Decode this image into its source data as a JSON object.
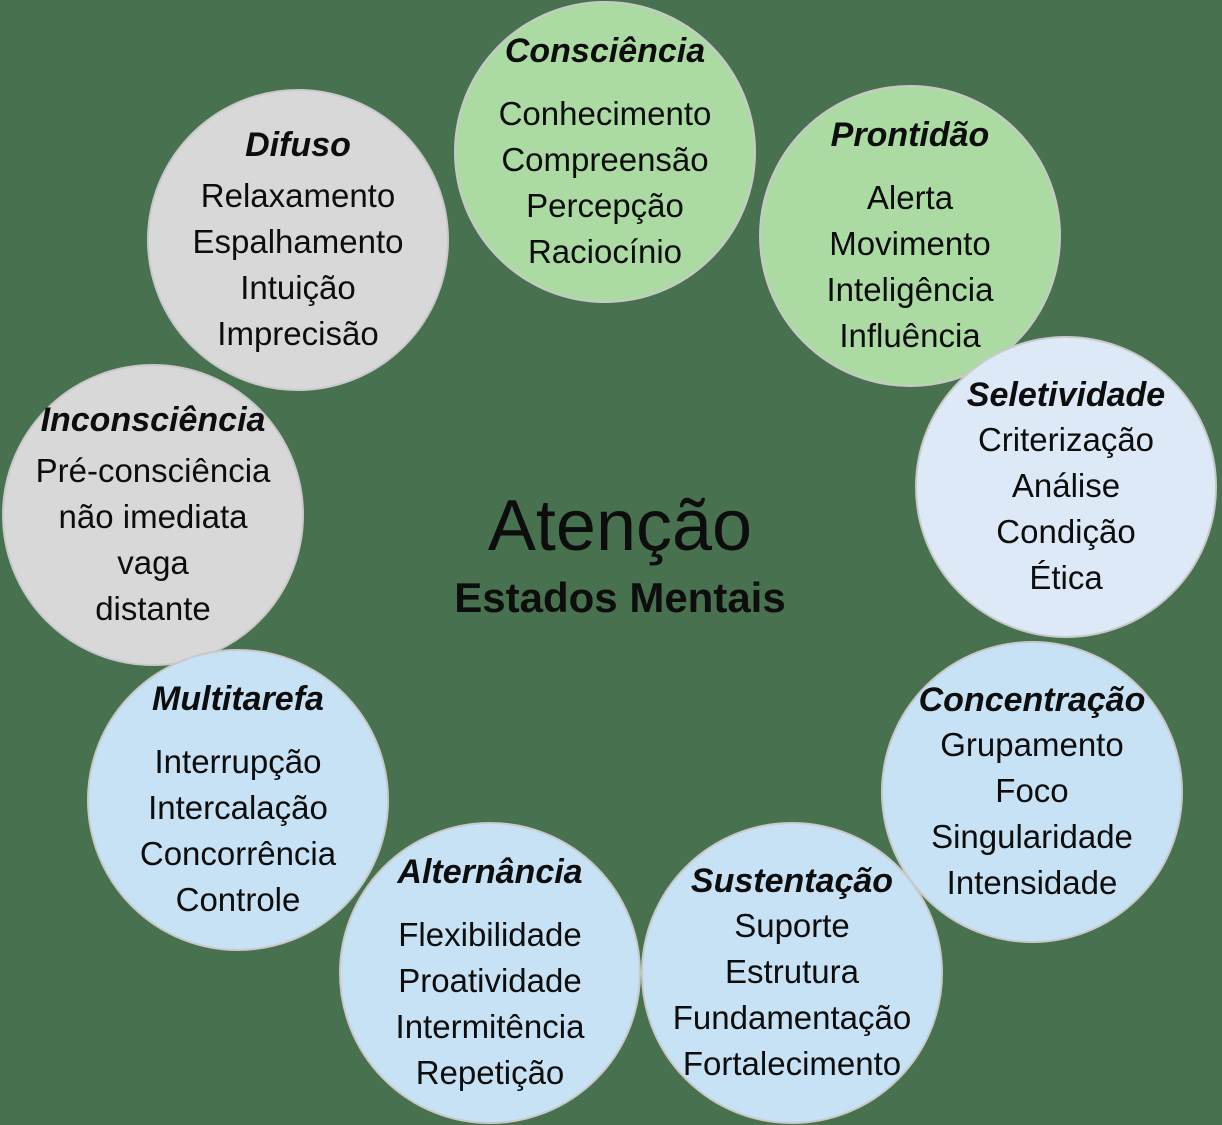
{
  "background_color": "#48714f",
  "colors": {
    "green": "#abdba2",
    "pale_blue": "#dde9f6",
    "blue": "#c6e2f4",
    "gray": "#d8d8d8",
    "border": "#c9c9c9",
    "text": "#0d0d0d"
  },
  "center": {
    "title": "Atenção",
    "subtitle": "Estados Mentais"
  },
  "circles": [
    {
      "id": "consciencia",
      "title": "Consciência",
      "color": "green",
      "items": [
        "Conhecimento",
        "Compreensão",
        "Percepção",
        "Raciocínio"
      ]
    },
    {
      "id": "prontidao",
      "title": "Prontidão",
      "color": "green",
      "items": [
        "Alerta",
        "Movimento",
        "Inteligência",
        "Influência"
      ]
    },
    {
      "id": "seletividade",
      "title": "Seletividade",
      "color": "pale_blue",
      "items": [
        "Criterização",
        "Análise",
        "Condição",
        "Ética"
      ]
    },
    {
      "id": "concentracao",
      "title": "Concentração",
      "color": "blue",
      "items": [
        "Grupamento",
        "Foco",
        "Singularidade",
        "Intensidade"
      ]
    },
    {
      "id": "sustentacao",
      "title": "Sustentação",
      "color": "blue",
      "items": [
        "Suporte",
        "Estrutura",
        "Fundamentação",
        "Fortalecimento"
      ]
    },
    {
      "id": "alternancia",
      "title": "Alternância",
      "color": "blue",
      "items": [
        "Flexibilidade",
        "Proatividade",
        "Intermitência",
        "Repetição"
      ]
    },
    {
      "id": "multitarefa",
      "title": "Multitarefa",
      "color": "blue",
      "items": [
        "Interrupção",
        "Intercalação",
        "Concorrência",
        "Controle"
      ]
    },
    {
      "id": "inconsciencia",
      "title": "Inconsciência",
      "color": "gray",
      "items": [
        "Pré-consciência",
        "não imediata",
        "vaga",
        "distante"
      ]
    },
    {
      "id": "difuso",
      "title": "Difuso",
      "color": "gray",
      "items": [
        "Relaxamento",
        "Espalhamento",
        "Intuição",
        "Imprecisão"
      ]
    }
  ]
}
